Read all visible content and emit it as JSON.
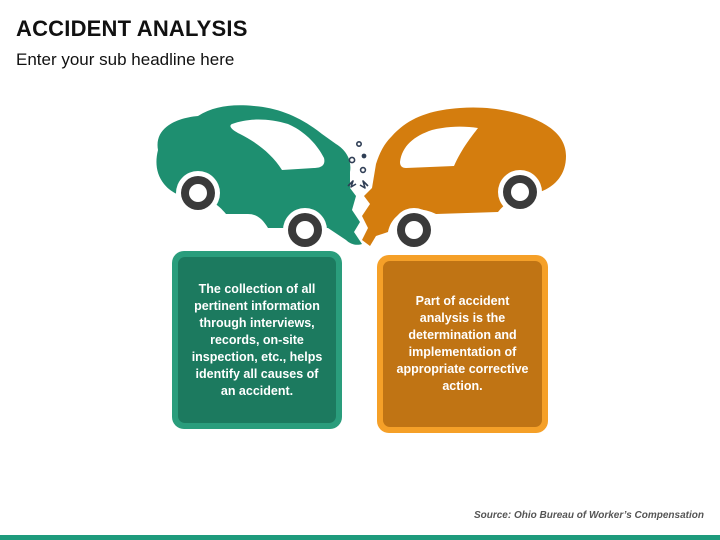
{
  "header": {
    "title": "ACCIDENT ANALYSIS",
    "subtitle": "Enter your sub headline here"
  },
  "cards": {
    "left": "The collection of all pertinent information through interviews, records, on-site inspection, etc., helps identify all causes of an accident.",
    "right": "Part of accident analysis is the determination and implementation of appropriate corrective action."
  },
  "footer": {
    "source": "Source: Ohio Bureau of Worker’s Compensation"
  },
  "colors": {
    "green_car": "#1e8f70",
    "orange_car": "#d47d0e",
    "green_card_border": "#2a9d7c",
    "green_card_fill": "#1c7a5f",
    "orange_card_border": "#f5a028",
    "orange_card_fill": "#c07414",
    "accent_bar": "#1e9b7c"
  }
}
